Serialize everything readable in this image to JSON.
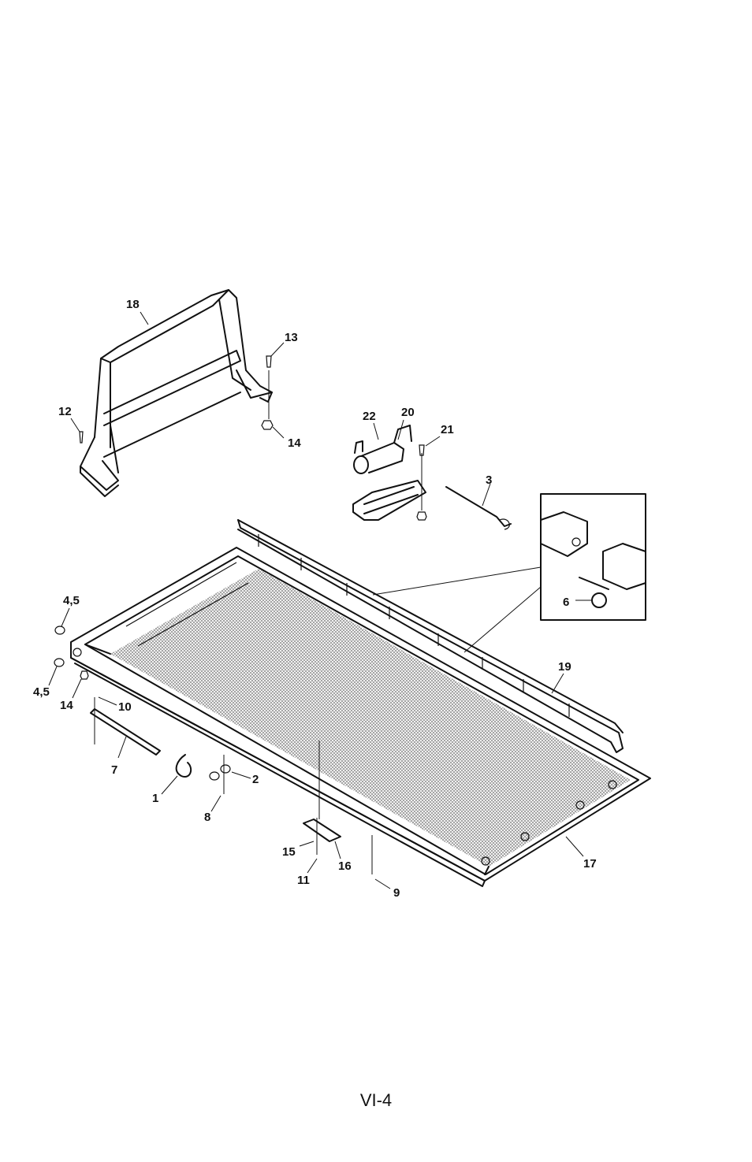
{
  "callouts": {
    "c1": "1",
    "c2": "2",
    "c3": "3",
    "c45a": "4,5",
    "c45b": "4,5",
    "c6": "6",
    "c7": "7",
    "c8": "8",
    "c9": "9",
    "c10": "10",
    "c11": "11",
    "c12": "12",
    "c13": "13",
    "c14a": "14",
    "c14b": "14",
    "c15": "15",
    "c16": "16",
    "c17": "17",
    "c18": "18",
    "c19": "19",
    "c20": "20",
    "c21": "21",
    "c22": "22"
  },
  "page_number": "VI-4"
}
